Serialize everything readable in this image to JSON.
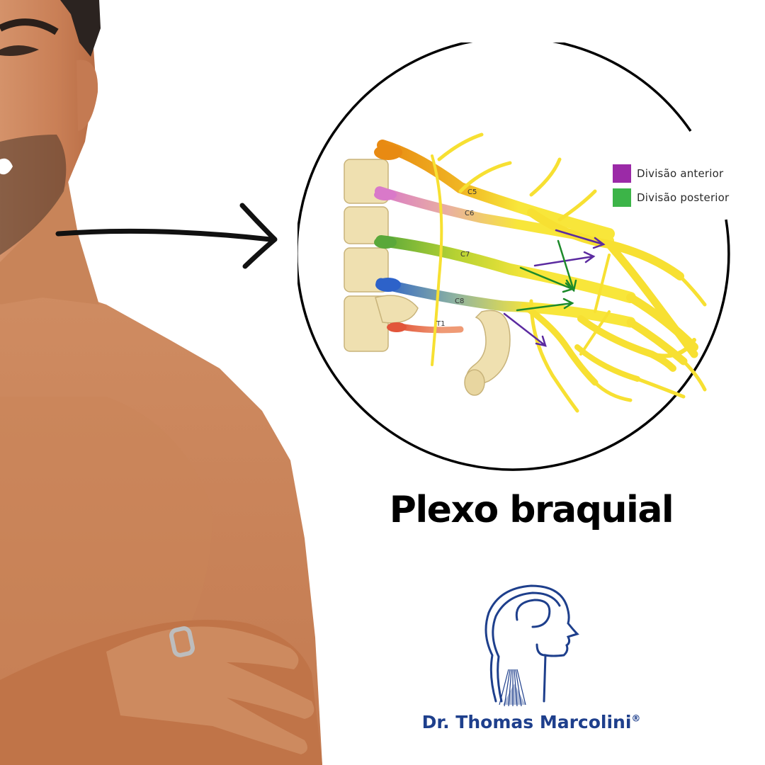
{
  "diagram": {
    "title": "Plexo braquial",
    "roots": [
      "C5",
      "C6",
      "C7",
      "C8",
      "T1"
    ],
    "legend": [
      {
        "label": "Divisão anterior",
        "color": "#9b2aa7"
      },
      {
        "label": "Divisão posterior",
        "color": "#3cb448"
      }
    ]
  },
  "brand": {
    "name": "Dr. Thomas Marcolini",
    "mark": "®",
    "color": "#1e3f8c"
  }
}
